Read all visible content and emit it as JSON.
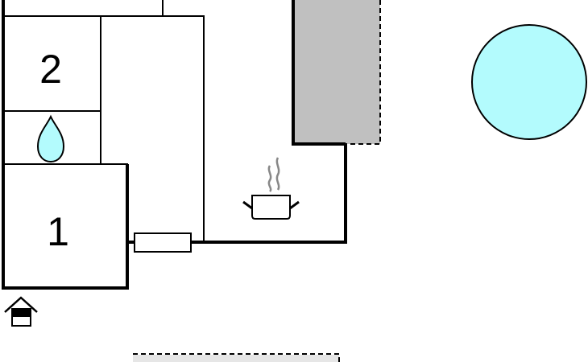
{
  "rooms": [
    {
      "id": "room-1",
      "label": "1"
    },
    {
      "id": "room-2",
      "label": "2"
    }
  ],
  "icons": {
    "bathroom": "water-drop-icon",
    "kitchen": "cooking-pot-icon",
    "entrance": "house-entrance-icon",
    "radiator": "radiator-icon",
    "pool": "pool-icon"
  },
  "colors": {
    "wall": "#000000",
    "water": "#b3fbfd",
    "terrace": "#c0c0c0",
    "paving": "#e6e6e6",
    "steam": "#888888"
  }
}
